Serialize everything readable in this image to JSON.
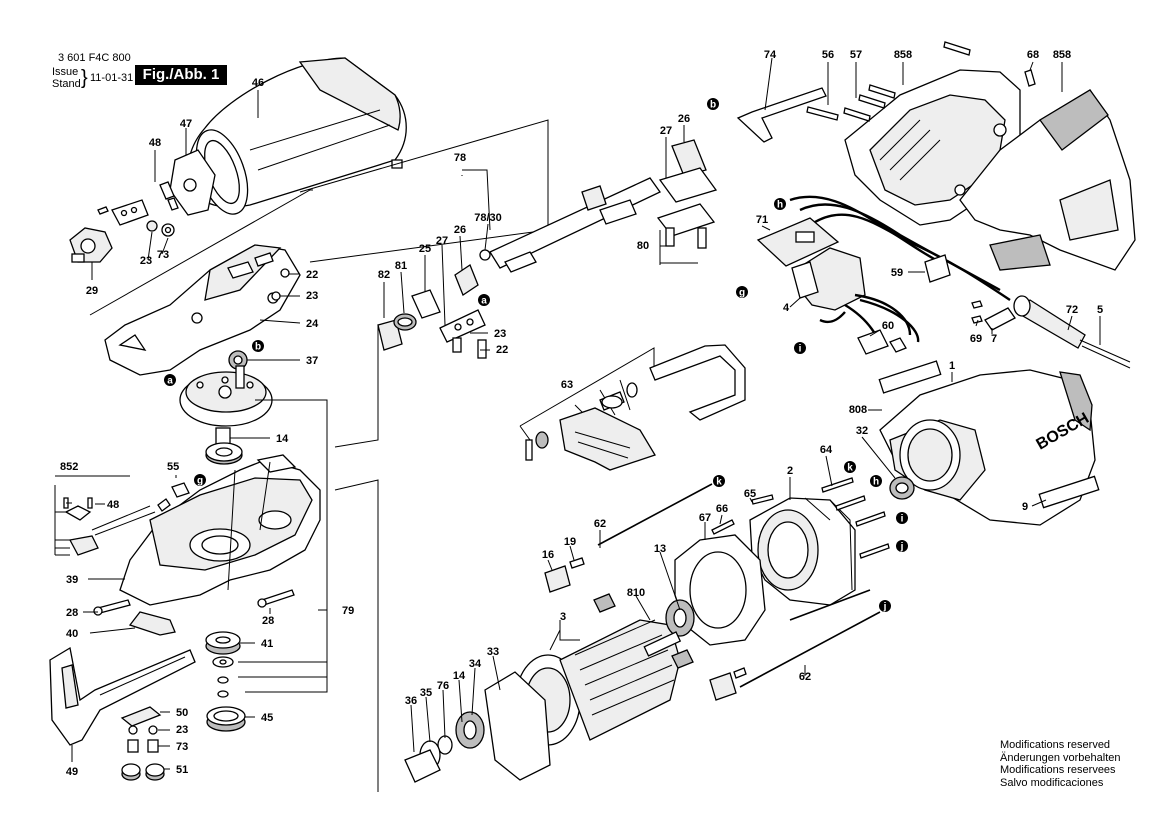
{
  "header": {
    "part_number": "3 601 F4C 800",
    "issue_label": "Issue",
    "stand_label": "Stand",
    "brace": "}",
    "date": "11-01-31",
    "figure": "Fig./Abb. 1"
  },
  "modifications_notice": [
    "Modifications reserved",
    "Änderungen vorbehalten",
    "Modifications reservees",
    "Salvo modificaciones"
  ],
  "brand_mark": "BOSCH",
  "connector_markers": [
    "a",
    "b",
    "g",
    "h",
    "i",
    "j",
    "k"
  ],
  "part_labels": [
    "46",
    "47",
    "48",
    "73",
    "23",
    "29",
    "78",
    "78/30",
    "22",
    "24",
    "37",
    "14",
    "852",
    "55",
    "39",
    "28",
    "40",
    "41",
    "45",
    "50",
    "49",
    "51",
    "79",
    "82",
    "81",
    "25",
    "26",
    "27",
    "80",
    "63",
    "74",
    "56",
    "57",
    "858",
    "68",
    "71",
    "59",
    "4",
    "60",
    "69",
    "7",
    "72",
    "5",
    "1",
    "808",
    "32",
    "9",
    "64",
    "65",
    "66",
    "67",
    "2",
    "62",
    "16",
    "19",
    "13",
    "810",
    "3",
    "33",
    "34",
    "14",
    "76",
    "35",
    "36"
  ]
}
